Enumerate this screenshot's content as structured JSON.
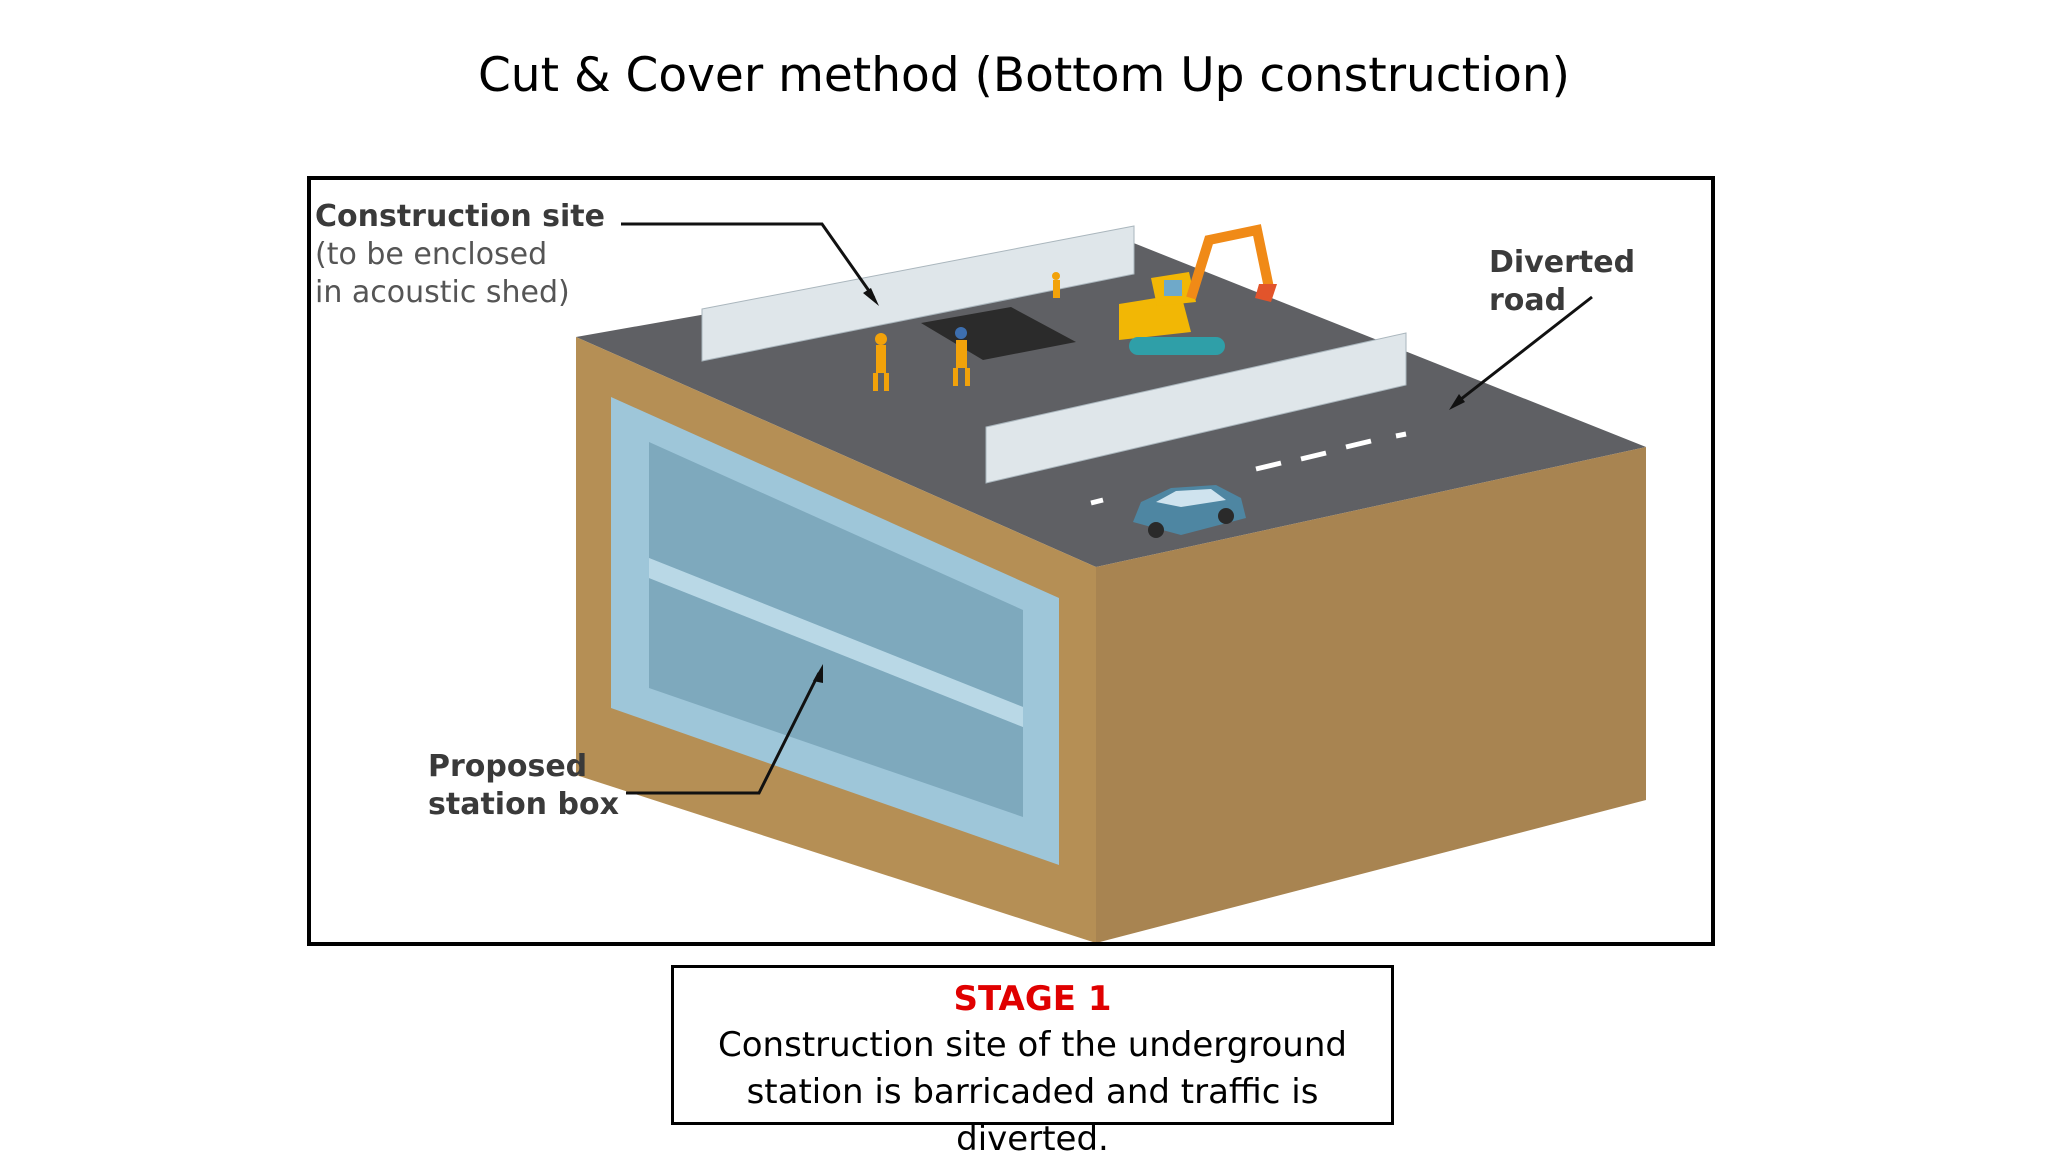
{
  "title": "Cut & Cover method (Bottom Up construction)",
  "diagram": {
    "labels": {
      "construction_site": "Construction site",
      "construction_site_note_1": "(to be enclosed",
      "construction_site_note_2": "in acoustic shed)",
      "diverted_road": "Diverted road",
      "proposed_line_1": "Proposed",
      "proposed_line_2": "station box"
    },
    "colors": {
      "road": "#5f6064",
      "soil": "#b58f55",
      "station_box": "#9ec6d9",
      "barrier": "#dfe6ea",
      "excavator": "#f2b705",
      "car": "#4e86a2"
    }
  },
  "caption": {
    "stage": "STAGE 1",
    "line1": "Construction site of the underground",
    "line2": "station is barricaded and traffic is diverted."
  }
}
